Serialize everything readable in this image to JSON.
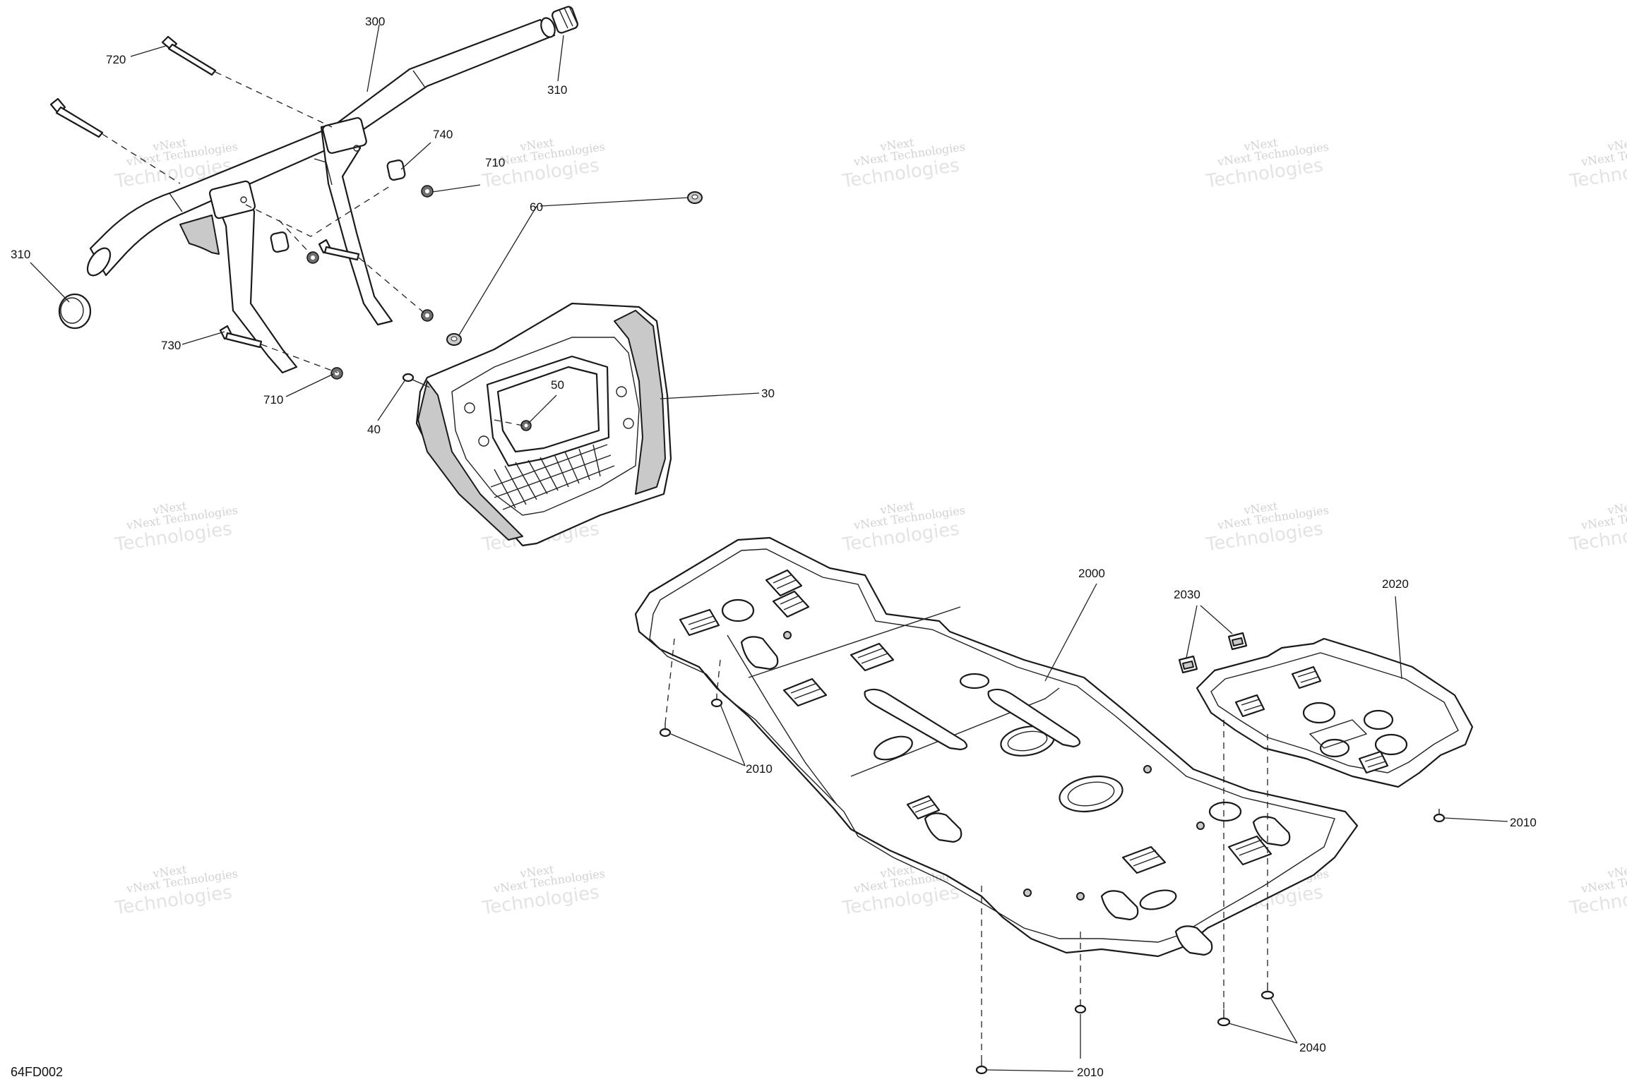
{
  "figure_id": "64FD002",
  "watermark": {
    "brand": "vNext",
    "company": "vNext Technologies",
    "company_big": "Technologies"
  },
  "callouts": {
    "c300": "300",
    "c310_top": "310",
    "c310_left": "310",
    "c720": "720",
    "c740": "740",
    "c710_top": "710",
    "c710_bottom": "710",
    "c730": "730",
    "c60": "60",
    "c50": "50",
    "c40": "40",
    "c30": "30",
    "c2000": "2000",
    "c2030": "2030",
    "c2020": "2020",
    "c2010_left": "2010",
    "c2010_right": "2010",
    "c2010_bottom": "2010",
    "c2040": "2040"
  }
}
